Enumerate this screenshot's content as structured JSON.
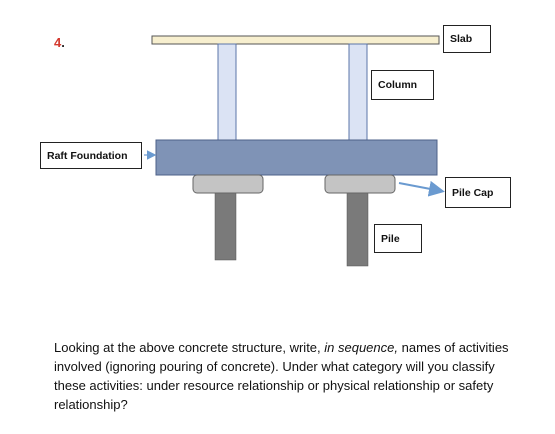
{
  "question_number": {
    "num": "4",
    "dot": "."
  },
  "labels": {
    "slab": "Slab",
    "column": "Column",
    "raft_foundation": "Raft Foundation",
    "pile_cap": "Pile Cap",
    "pile": "Pile"
  },
  "question": {
    "part1": "Looking at the above concrete structure, write, ",
    "emph": "in sequence,",
    "part2": " names of activities involved (ignoring pouring of concrete).  Under what category will you classify these activities: under resource relationship or physical relationship or safety relationship?"
  },
  "colors": {
    "slab": "#f7efcf",
    "column": "#dbe3f4",
    "raft": "#7f93b6",
    "pile_cap": "#c4c4c4",
    "pile": "#7a7a7a",
    "arrow": "#6a9ad0"
  }
}
